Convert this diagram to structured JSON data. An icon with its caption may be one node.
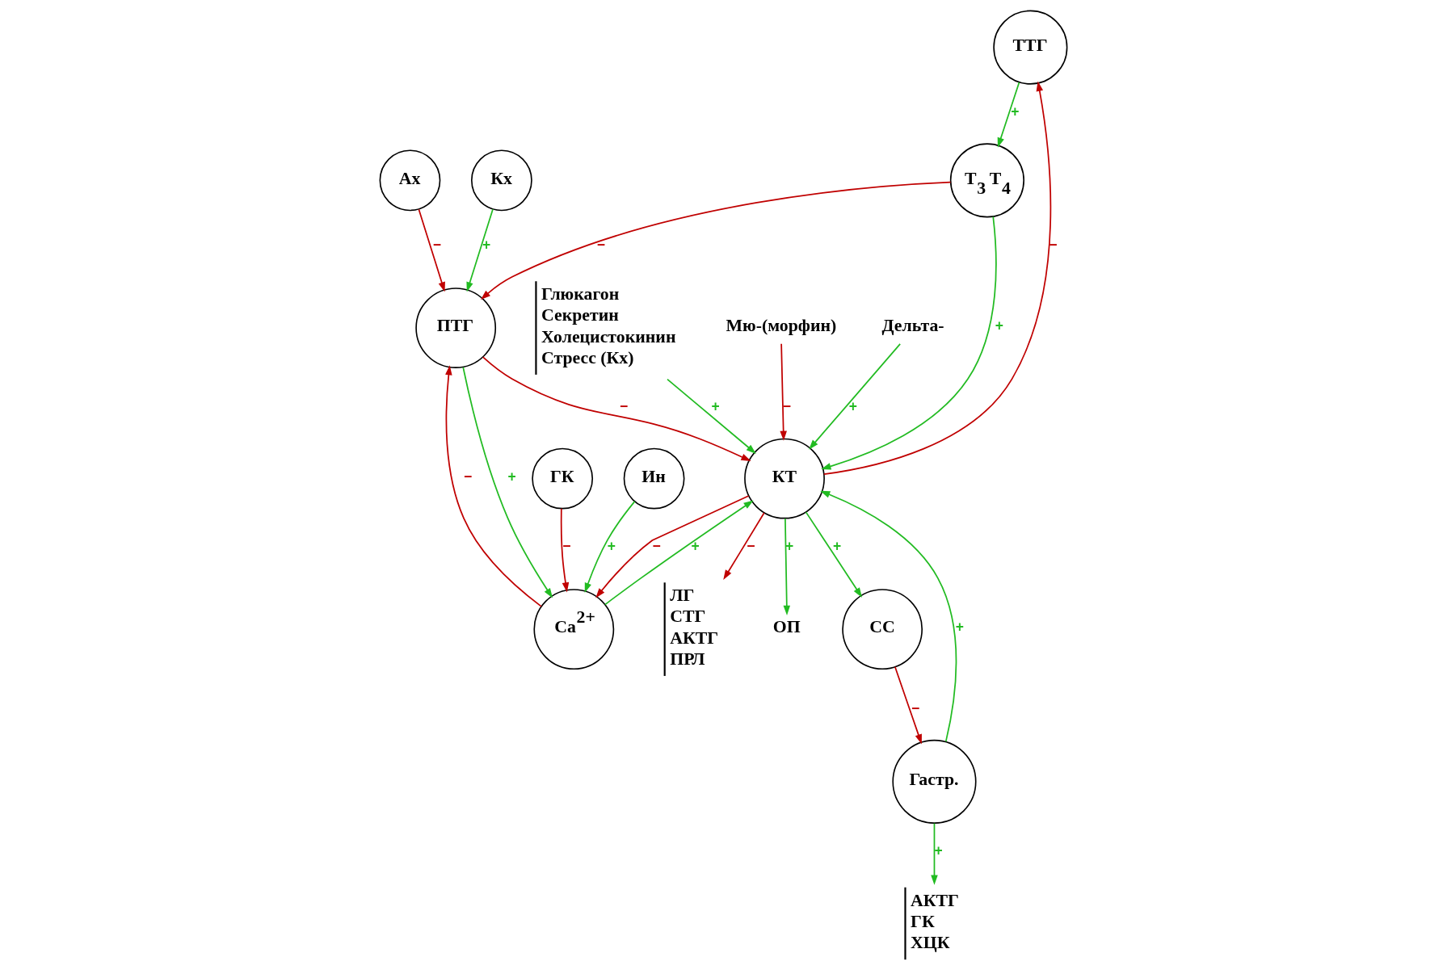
{
  "diagram": {
    "nodes": [
      {
        "text": [
          "ТТГ"
        ]
      },
      {
        "text": [
          "Глюкагон",
          "Секретин",
          "Холецистокинин",
          "Стресс (Кх)"
        ]
      },
      {
        "text": [
          "Т$_{3}$ Т$_{4}$"
        ]
      },
      {
        "text": [
          "ЛГ",
          "СТГ",
          "АКТГ",
          "ПРЛ"
        ]
      },
      {
        "text": [
          "Ах"
        ]
      },
      {
        "text": [
          "ОП"
        ]
      },
      {
        "text": [
          "ПТГ"
        ]
      },
      {
        "text": [
          "КТ"
        ]
      },
      {
        "text": [
          "Мю-(морфин)"
        ]
      },
      {
        "text": [
          "Дельта-"
        ]
      },
      {
        "text": [
          "Кх"
        ]
      },
      {
        "text": [
          "Ca$^{2+}$"
        ]
      },
      {
        "text": [
          "СС"
        ]
      },
      {
        "text": [
          "Гастр."
        ]
      },
      {
        "text": [
          "АКТГ",
          "ГК",
          "ХЦК"
        ]
      },
      {
        "text": [
          "ГК"
        ]
      },
      {
        "text": [
          "Ин"
        ]
      }
    ],
    "edges": [
      {
        "from": 0,
        "to": 2,
        "arrow": "to",
        "label": "+"
      },
      {
        "from": 7,
        "to": 0,
        "arrow": "to",
        "label": "−",
        "color": "#c00000"
      },
      {
        "from": 2,
        "to": 6,
        "arrow": "to",
        "label": "−",
        "color": "#c00000"
      },
      {
        "from": 2,
        "to": 7,
        "arrow": "to",
        "label": "+"
      },
      {
        "from": 4,
        "to": 6,
        "arrow": "to",
        "label": "−",
        "color": "#c00000"
      },
      {
        "from": 10,
        "to": 6,
        "arrow": "to",
        "label": "+"
      },
      {
        "from": 6,
        "to": 7,
        "arrow": "to",
        "label": "−",
        "color": "#c00000"
      },
      {
        "from": 6,
        "to": 11,
        "arrow": "to",
        "label": "+"
      },
      {
        "from": 11,
        "to": 6,
        "arrow": "to",
        "label": "−",
        "color": "#c00000"
      },
      {
        "from": 7,
        "to": 11,
        "arrow": "to",
        "label": "−",
        "color": "#c00000"
      },
      {
        "from": 11,
        "to": 7,
        "arrow": "to",
        "label": "+"
      },
      {
        "from": 1,
        "to": 7,
        "arrow": "to",
        "label": "+"
      },
      {
        "from": 7,
        "to": 3,
        "arrow": "to",
        "label": "−",
        "color": "#c00000"
      },
      {
        "from": 7,
        "to": 5,
        "arrow": "to",
        "label": "+"
      },
      {
        "from": 8,
        "to": 7,
        "arrow": "to",
        "label": "−",
        "color": "#c00000"
      },
      {
        "from": 9,
        "to": 7,
        "arrow": "to",
        "label": "+"
      },
      {
        "from": 7,
        "to": 12,
        "arrow": "to",
        "label": "+"
      },
      {
        "from": 12,
        "to": 13,
        "arrow": "to",
        "label": "−",
        "color": "#c00000"
      },
      {
        "from": 13,
        "to": 7,
        "arrow": "to",
        "label": "+"
      },
      {
        "from": 13,
        "to": 14,
        "arrow": "to",
        "label": "+"
      },
      {
        "from": 15,
        "to": 11,
        "arrow": "to",
        "label": "−",
        "color": "#c00000"
      },
      {
        "from": 16,
        "to": 11,
        "arrow": "to",
        "label": "+"
      }
    ]
  }
}
